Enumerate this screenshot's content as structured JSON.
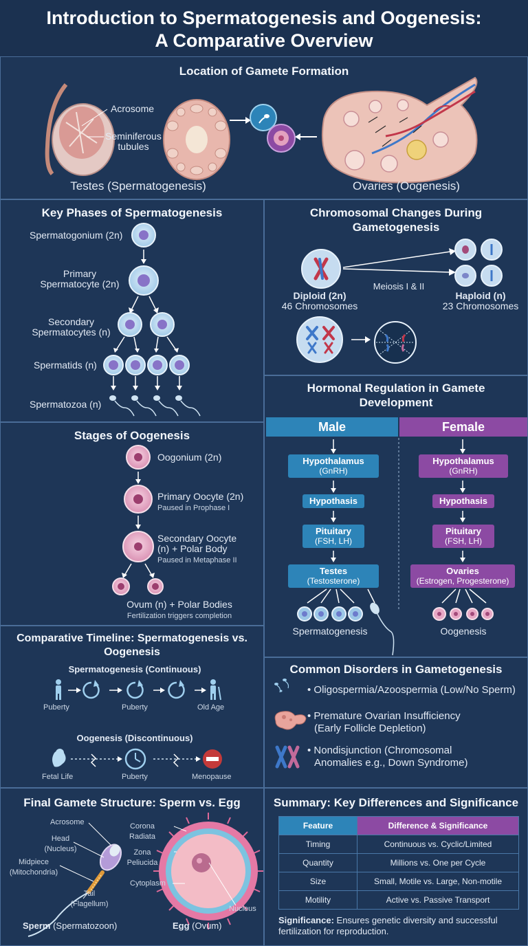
{
  "title": {
    "line1": "Introduction to Spermatogenesis and Oogenesis:",
    "line2": "A Comparative Overview"
  },
  "location": {
    "title": "Location of Gamete Formation",
    "acrosome": "Acrosome",
    "seminiferous_1": "Seminiferous",
    "seminiferous_2": "tubules",
    "testes": "Testes (Spermatogenesis)",
    "ovaries": "Ovaries (Oogenesis)"
  },
  "sperm_phases": {
    "title": "Key Phases of Spermatogenesis",
    "spermatogonium": "Spermatogonium (2n)",
    "primary_1": "Primary",
    "primary_2": "Spermatocyte (2n)",
    "secondary_1": "Secondary",
    "secondary_2": "Spermatocytes (n)",
    "spermatids": "Spermatids (n)",
    "spermatozoa": "Spermatozoa (n)"
  },
  "chromosomal": {
    "title_1": "Chromosomal Changes During",
    "title_2": "Gametogenesis",
    "diploid": "Diploid (2n)",
    "diploid_count": "46 Chromosomes",
    "meiosis": "Meiosis I & II",
    "haploid": "Haploid (n)",
    "haploid_count": "23 Chromosomes"
  },
  "oogenesis": {
    "title": "Stages of Oogenesis",
    "oogonium": "Oogonium (2n)",
    "primary": "Primary Oocyte (2n)",
    "primary_note": "Paused in Prophase I",
    "secondary_1": "Secondary Oocyte",
    "secondary_2": "(n) + Polar Body",
    "secondary_note": "Paused in Metaphase II",
    "ovum": "Ovum (n) + Polar Bodies",
    "ovum_note": "Fertilization triggers completion"
  },
  "hormonal": {
    "title_1": "Hormonal Regulation in Gamete",
    "title_2": "Development",
    "male": "Male",
    "female": "Female",
    "m_hypothalamus": "Hypothalamus",
    "m_gnrh": "(GnRH)",
    "m_hypothasis": "Hypothasis",
    "m_pituitary": "Pituitary",
    "m_fsh": "(FSH, LH)",
    "m_testes": "Testes",
    "m_testosterone": "(Testosterone)",
    "m_result": "Spermatogenesis",
    "f_hypothalamus": "Hypothalamus",
    "f_gnrh": "(GnRH)",
    "f_hypothasis": "Hypothasis",
    "f_pituitary": "Pituitary",
    "f_fsh": "(FSH, LH)",
    "f_ovaries": "Ovaries",
    "f_estrogen": "(Estrogen, Progesterone)",
    "f_result": "Oogenesis"
  },
  "timeline": {
    "title_1": "Comparative Timeline: Spermatogenesis vs.",
    "title_2": "Oogenesis",
    "sperm_label": "Spermatogenesis (Continuous)",
    "s_puberty1": "Puberty",
    "s_puberty2": "Puberty",
    "s_oldage": "Old Age",
    "oo_label": "Oogenesis (Discontinuous)",
    "o_fetal": "Fetal Life",
    "o_puberty": "Puberty",
    "o_menopause": "Menopause"
  },
  "disorders": {
    "title": "Common Disorders in Gametogenesis",
    "d1": "• Oligospermia/Azoospermia (Low/No Sperm)",
    "d2_1": "• Premature Ovarian Insufficiency",
    "d2_2": "(Early Follicle Depletion)",
    "d3_1": "• Nondisjunction (Chromosomal",
    "d3_2": "Anomalies e.g., Down Syndrome)"
  },
  "structure": {
    "title": "Final Gamete Structure: Sperm vs. Egg",
    "acrosome": "Acrosome",
    "head_1": "Head",
    "head_2": "(Nucleus)",
    "midpiece_1": "Midpiece",
    "midpiece_2": "(Mitochondria)",
    "tail_1": "Tail",
    "tail_2": "(Flagellum)",
    "corona_1": "Corona",
    "corona_2": "Radiata",
    "zona_1": "Zona",
    "zona_2": "Peliucida",
    "cytoplasm": "Cytoplasm",
    "nucleus": "Nucleus",
    "sperm_b": "Sperm",
    "sperm_r": " (Spermatozoon)",
    "egg_b": "Egg",
    "egg_r": " (Ovum)"
  },
  "summary": {
    "title": "Summary: Key Differences and Significance",
    "headers": [
      "Feature",
      "Difference & Significance"
    ],
    "rows": [
      [
        "Timing",
        "Continuous vs. Cyclic/Limited"
      ],
      [
        "Quantity",
        "Millions vs. One per Cycle"
      ],
      [
        "Size",
        "Small, Motile vs. Large, Non-motile"
      ],
      [
        "Motility",
        "Active vs. Passive Transport"
      ]
    ],
    "sig_b": "Significance:",
    "sig_r": " Ensures genetic diversity and successful fertilization for reproduction."
  },
  "colors": {
    "background": "#1b3150",
    "male_accent": "#2d84b8",
    "female_accent": "#8c4aa3"
  }
}
